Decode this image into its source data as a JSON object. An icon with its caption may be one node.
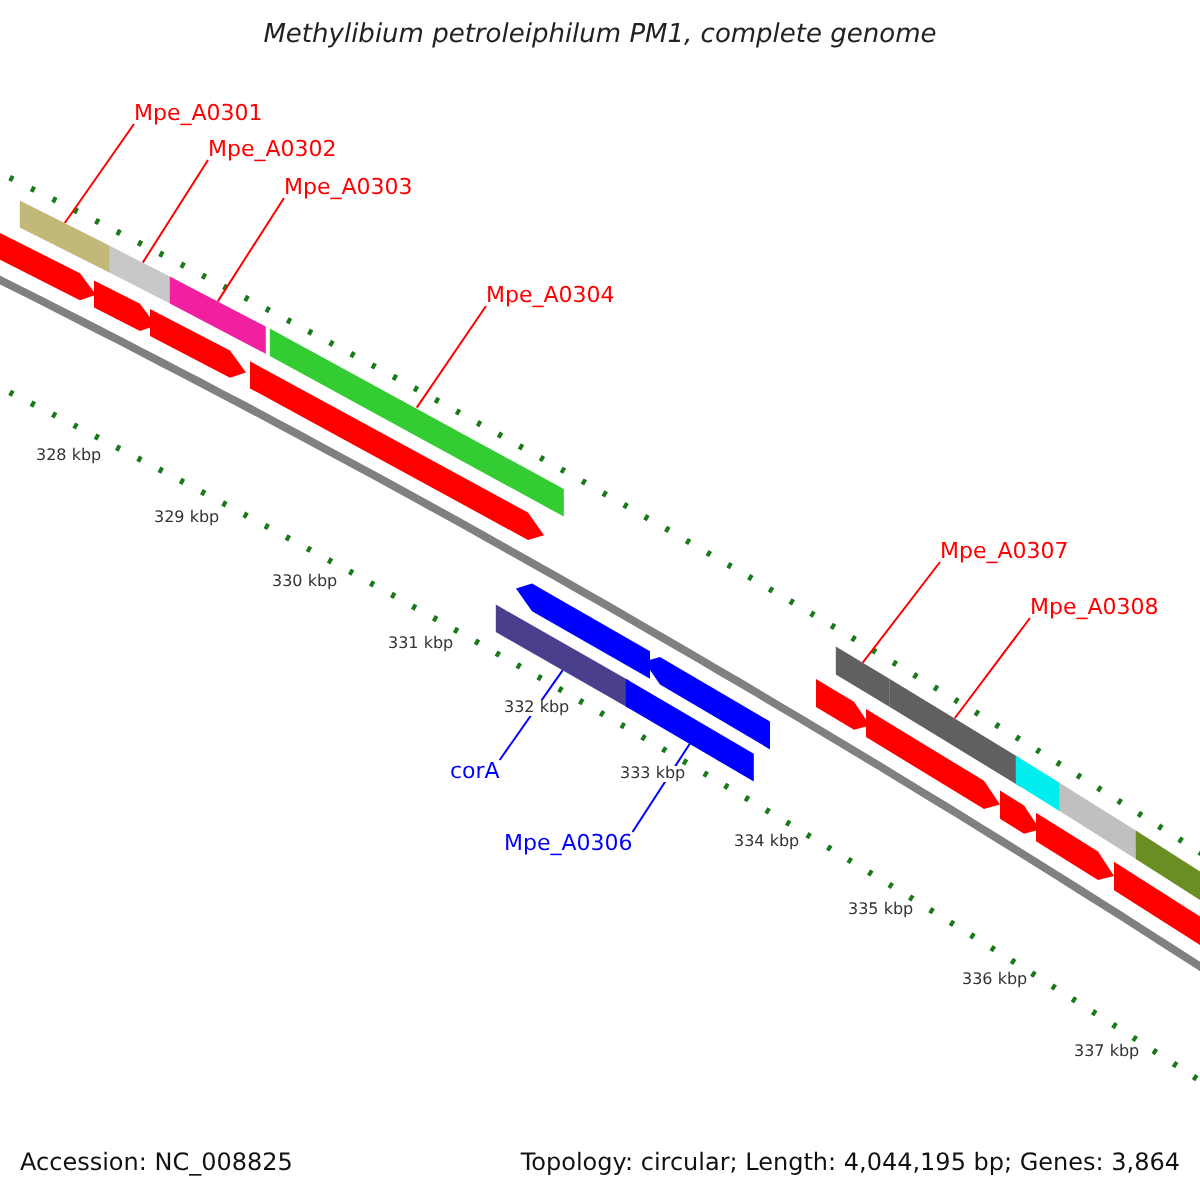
{
  "diagram": {
    "title": "Methylibium petroleiphilum PM1, complete genome",
    "nodes": [
      {
        "text": [
          "Mpe_A0301"
        ]
      },
      {
        "text": [],
        "shape": "bar"
      },
      {
        "text": [
          "Mpe_A0302"
        ]
      },
      {
        "text": [],
        "shape": "bar"
      },
      {
        "text": [
          "Mpe_A0303"
        ]
      },
      {
        "text": [],
        "shape": "bar"
      },
      {
        "text": [
          "Mpe_A0304"
        ]
      },
      {
        "text": [],
        "shape": "bar"
      },
      {
        "text": [
          "Mpe_A0307"
        ]
      },
      {
        "text": [],
        "shape": "bar"
      },
      {
        "text": [
          "Mpe_A0308"
        ]
      },
      {
        "text": [],
        "shape": "bar"
      },
      {
        "text": [
          "corA"
        ]
      },
      {
        "text": [],
        "shape": "bar"
      },
      {
        "text": [
          "Mpe_A0306"
        ]
      },
      {
        "text": [],
        "shape": "bar"
      },
      {
        "text": [],
        "shape": "bar"
      },
      {
        "text": [],
        "shape": "bar"
      },
      {
        "text": [],
        "shape": "bar"
      },
      {
        "text": [],
        "shape": "bar"
      },
      {
        "text": [],
        "shape": "bar"
      },
      {
        "text": [],
        "shape": "bar"
      },
      {
        "text": [],
        "shape": "bar"
      },
      {
        "text": [],
        "shape": "bar"
      },
      {
        "text": [],
        "shape": "bar"
      },
      {
        "text": [],
        "shape": "bar"
      },
      {
        "text": [],
        "shape": "bar"
      },
      {
        "text": [],
        "shape": "bar"
      },
      {
        "text": [],
        "shape": "bar"
      },
      {
        "text": [],
        "shape": "bar"
      }
    ],
    "edges": [
      {
        "from": 0,
        "to": 1,
        "arrow": "none"
      },
      {
        "from": 2,
        "to": 3,
        "arrow": "none"
      },
      {
        "from": 4,
        "to": 5,
        "arrow": "none"
      },
      {
        "from": 6,
        "to": 7,
        "arrow": "none"
      },
      {
        "from": 8,
        "to": 9,
        "arrow": "none"
      },
      {
        "from": 10,
        "to": 11,
        "arrow": "none"
      },
      {
        "from": 12,
        "to": 13,
        "arrow": "none",
        "color": "#0000ff"
      },
      {
        "from": 14,
        "to": 15,
        "arrow": "none",
        "color": "#0000ff"
      }
    ],
    "labels": [
      "328 kbp",
      "329 kbp",
      "330 kbp",
      "331 kbp",
      "332 kbp",
      "333 kbp",
      "334 kbp",
      "335 kbp",
      "336 kbp",
      "337 kbp",
      "Accession: NC_008825",
      "Topology: circular; Length: 4,044,195 bp; Genes: 3,864"
    ]
  }
}
